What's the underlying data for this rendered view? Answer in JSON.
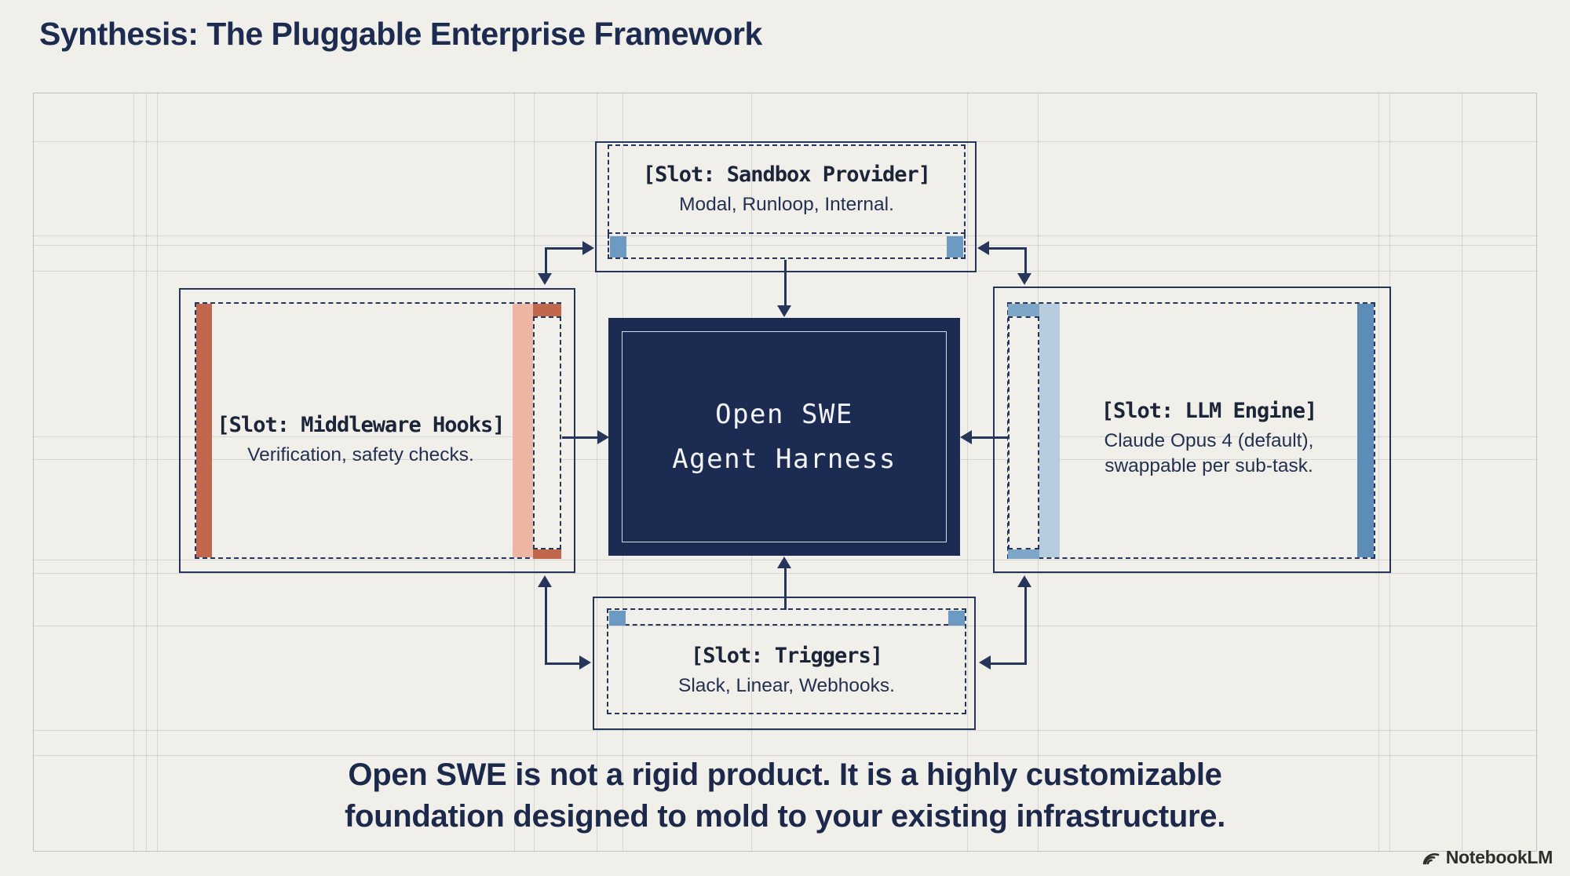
{
  "title": "Synthesis: The Pluggable Enterprise Framework",
  "diagram": {
    "sandbox": {
      "header": "[Slot: Sandbox Provider]",
      "sub": "Modal, Runloop, Internal."
    },
    "middleware": {
      "header": "[Slot: Middleware Hooks]",
      "sub": "Verification, safety checks."
    },
    "llm": {
      "header": "[Slot: LLM Engine]",
      "sub_line1": "Claude Opus 4 (default),",
      "sub_line2": "swappable per sub-task."
    },
    "triggers": {
      "header": "[Slot: Triggers]",
      "sub": "Slack, Linear, Webhooks."
    },
    "center": {
      "line1": "Open SWE",
      "line2": "Agent Harness"
    }
  },
  "statement": {
    "line1": "Open SWE is not a rigid product. It is a highly customizable",
    "line2": "foundation designed to mold to your existing infrastructure."
  },
  "footer": {
    "brand": "NotebookLM"
  },
  "colors": {
    "background": "#f0efe9",
    "line_navy": "#26365a",
    "center_fill": "#1c2b52",
    "terracotta": "#c0674e",
    "salmon_light": "#ecb6a3",
    "steel_blue": "#5d8cb8",
    "blue_light": "#b7cdde",
    "blue_cap": "#7ea6c6",
    "connector_square_blue": "#6d9ac2",
    "text_dark": "#1c2b4f"
  }
}
